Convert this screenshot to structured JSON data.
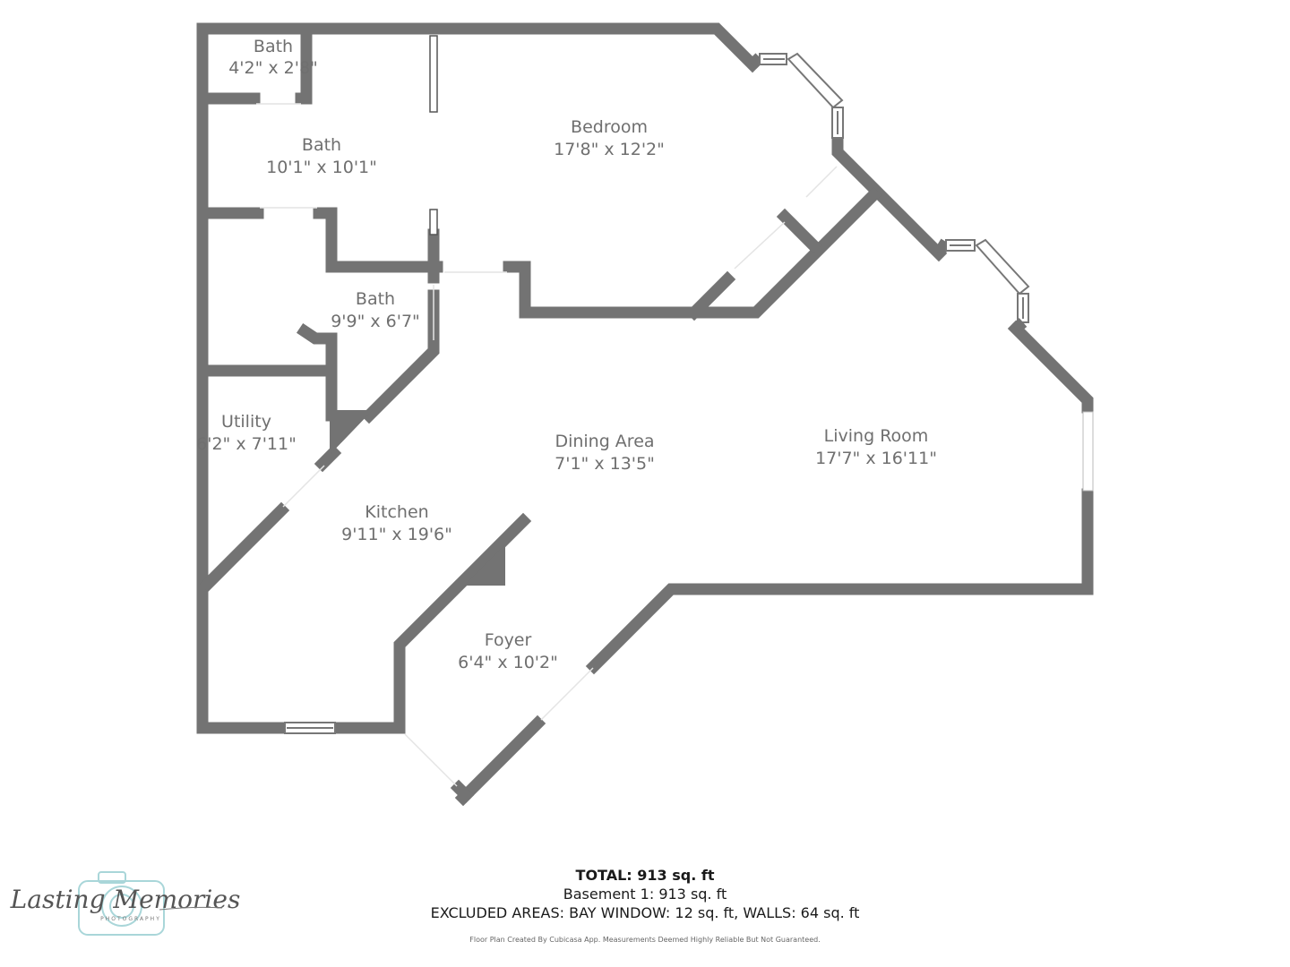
{
  "colors": {
    "wall": "#737373",
    "window_frame": "#888888",
    "text": "#6f6f6f",
    "logo_accent": "#a9d6d9"
  },
  "rooms": [
    {
      "name": "Bath",
      "dims": "4'2\" x 2'8\""
    },
    {
      "name": "Bath",
      "dims": "10'1\" x 10'1\""
    },
    {
      "name": "Bedroom",
      "dims": "17'8\" x 12'2\""
    },
    {
      "name": "Bath",
      "dims": "9'9\" x 6'7\""
    },
    {
      "name": "Utility",
      "dims": "6'2\" x 7'11\""
    },
    {
      "name": "Dining Area",
      "dims": "7'1\" x 13'5\""
    },
    {
      "name": "Living Room",
      "dims": "17'7\" x 16'11\""
    },
    {
      "name": "Kitchen",
      "dims": "9'11\" x 19'6\""
    },
    {
      "name": "Foyer",
      "dims": "6'4\" x 10'2\""
    }
  ],
  "summary": {
    "total": "TOTAL: 913 sq. ft",
    "basement": "Basement 1: 913 sq. ft",
    "excluded": "EXCLUDED AREAS: BAY WINDOW: 12 sq. ft, WALLS: 64 sq. ft",
    "credit": "Floor Plan Created By Cubicasa App. Measurements Deemed Highly Reliable But Not Guaranteed."
  },
  "logo": {
    "text": "Lasting Memories",
    "subtext": "PHOTOGRAPHY",
    "icon": "camera-icon"
  }
}
